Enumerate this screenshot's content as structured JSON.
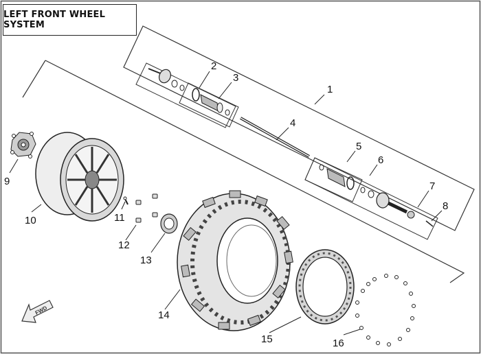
{
  "diagram": {
    "title": "LEFT FRONT WHEEL SYSTEM",
    "forward_label": "FWD",
    "line_color": "#222222",
    "callouts": [
      {
        "id": "1",
        "label": "1",
        "part": "front drive shaft assembly"
      },
      {
        "id": "2",
        "label": "2",
        "part": "outer cv joint"
      },
      {
        "id": "3",
        "label": "3",
        "part": "outer boot kit"
      },
      {
        "id": "4",
        "label": "4",
        "part": "axle shaft"
      },
      {
        "id": "5",
        "label": "5",
        "part": "inner boot kit"
      },
      {
        "id": "6",
        "label": "6",
        "part": "inner cv joint"
      },
      {
        "id": "7",
        "label": "7",
        "part": "castle nut"
      },
      {
        "id": "8",
        "label": "8",
        "part": "cotter pin"
      },
      {
        "id": "9",
        "label": "9",
        "part": "wheel hub"
      },
      {
        "id": "10",
        "label": "10",
        "part": "wheel rim"
      },
      {
        "id": "11",
        "label": "11",
        "part": "valve stem"
      },
      {
        "id": "12",
        "label": "12",
        "part": "lug nut"
      },
      {
        "id": "13",
        "label": "13",
        "part": "center cap"
      },
      {
        "id": "14",
        "label": "14",
        "part": "tire"
      },
      {
        "id": "15",
        "label": "15",
        "part": "beadlock ring"
      },
      {
        "id": "16",
        "label": "16",
        "part": "beadlock bolt"
      }
    ]
  }
}
